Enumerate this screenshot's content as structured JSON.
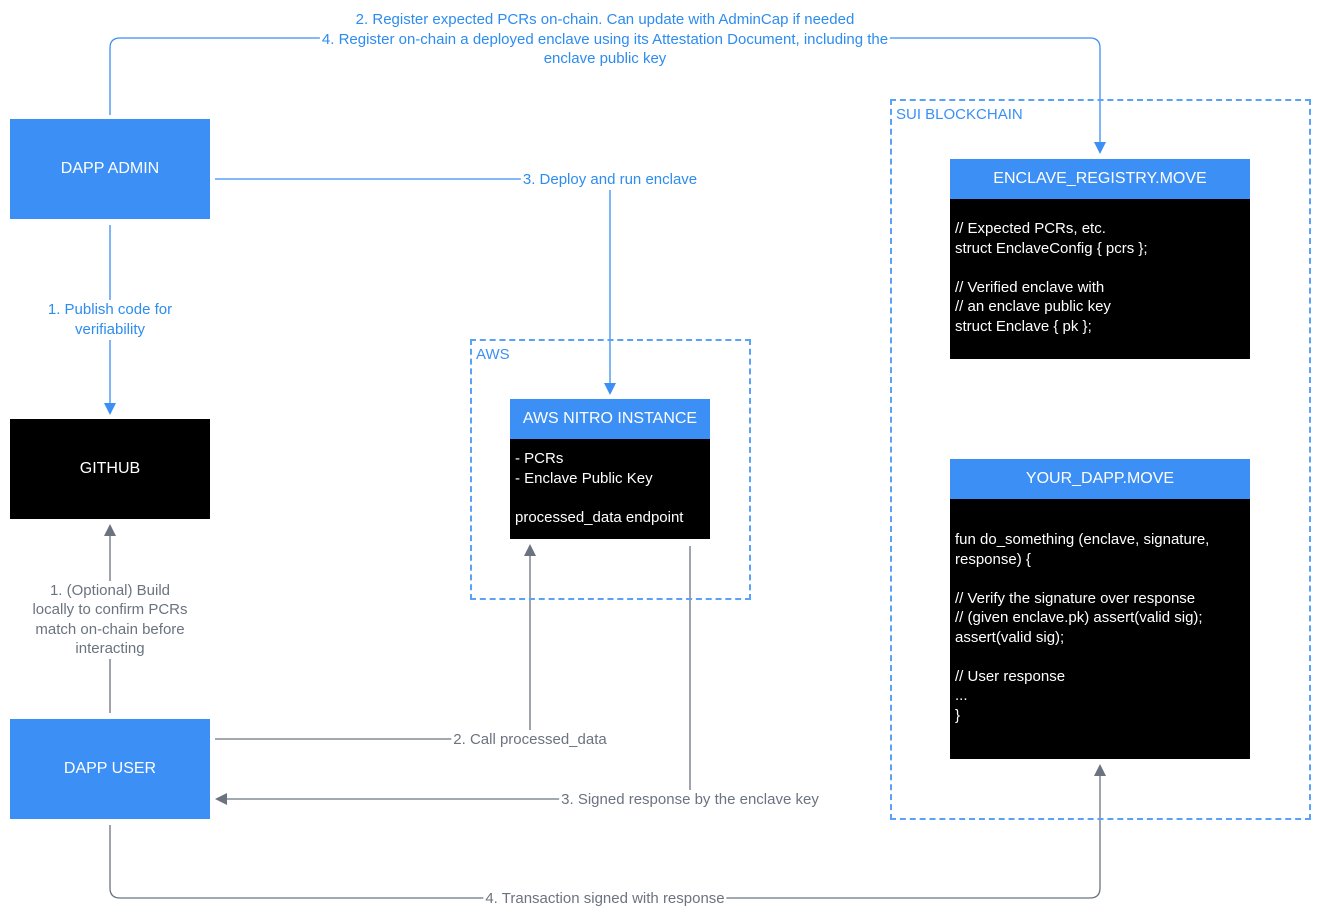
{
  "nodes": {
    "dapp_admin": "DAPP ADMIN",
    "github": "GITHUB",
    "dapp_user": "DAPP USER"
  },
  "regions": {
    "aws": "AWS",
    "sui": "SUI BLOCKCHAIN"
  },
  "aws_nitro": {
    "title": "AWS NITRO INSTANCE",
    "body": "- PCRs\n- Enclave Public Key\n\nprocessed_data endpoint"
  },
  "enclave_registry": {
    "title": "ENCLAVE_REGISTRY.MOVE",
    "body": "// Expected PCRs, etc.\nstruct EnclaveConfig { pcrs };\n\n// Verified enclave with\n// an enclave public key\nstruct Enclave { pk };"
  },
  "your_dapp": {
    "title": "YOUR_DAPP.MOVE",
    "body": "fun do_something (enclave, signature,\nresponse) {\n\n// Verify the signature over response\n// (given enclave.pk) assert(valid sig);\nassert(valid sig);\n\n// User response\n...\n}"
  },
  "edges": {
    "register_line1": "2. Register expected PCRs on-chain. Can update with AdminCap if needed",
    "register_line2": "4. Register on-chain a deployed enclave using its Attestation Document, including the",
    "register_line3": "enclave public key",
    "deploy": "3. Deploy and run enclave",
    "publish_line1": "1. Publish code for",
    "publish_line2": "verifiability",
    "build_line1": "1. (Optional) Build",
    "build_line2": "locally to confirm PCRs",
    "build_line3": "match on-chain before",
    "build_line4": "interacting",
    "call": "2. Call processed_data",
    "signed_response": "3. Signed response by the enclave key",
    "transaction": "4. Transaction signed with response"
  },
  "colors": {
    "blue_box": "#3b8ff5",
    "blue_edge": "#3b8ff5",
    "grey_edge": "#6b7380",
    "code_bg": "#000000"
  }
}
